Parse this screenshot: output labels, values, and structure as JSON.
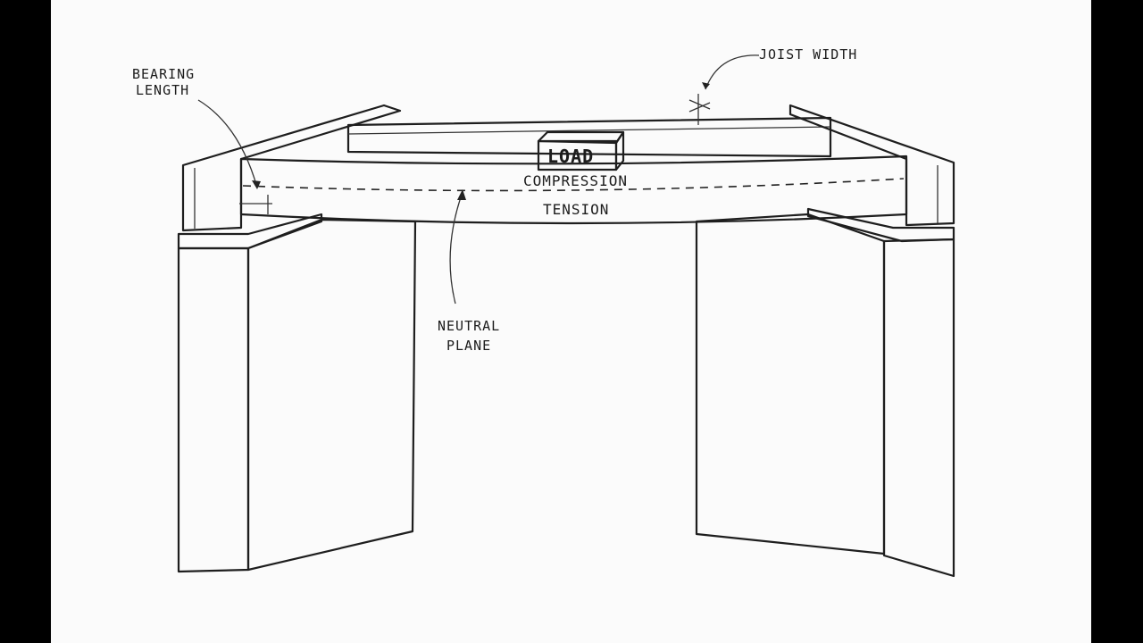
{
  "diagram": {
    "labels": {
      "bearing_length_line1": "BEARING",
      "bearing_length_line2": "LENGTH",
      "joist_width": "JOIST WIDTH",
      "load": "LOAD",
      "compression": "COMPRESSION",
      "tension": "TENSION",
      "neutral_plane_line1": "NEUTRAL",
      "neutral_plane_line2": "PLANE"
    },
    "colors": {
      "ink": "#1e1e1e",
      "paper": "#fbfbfb",
      "hatch": "#9a9a9a"
    }
  }
}
